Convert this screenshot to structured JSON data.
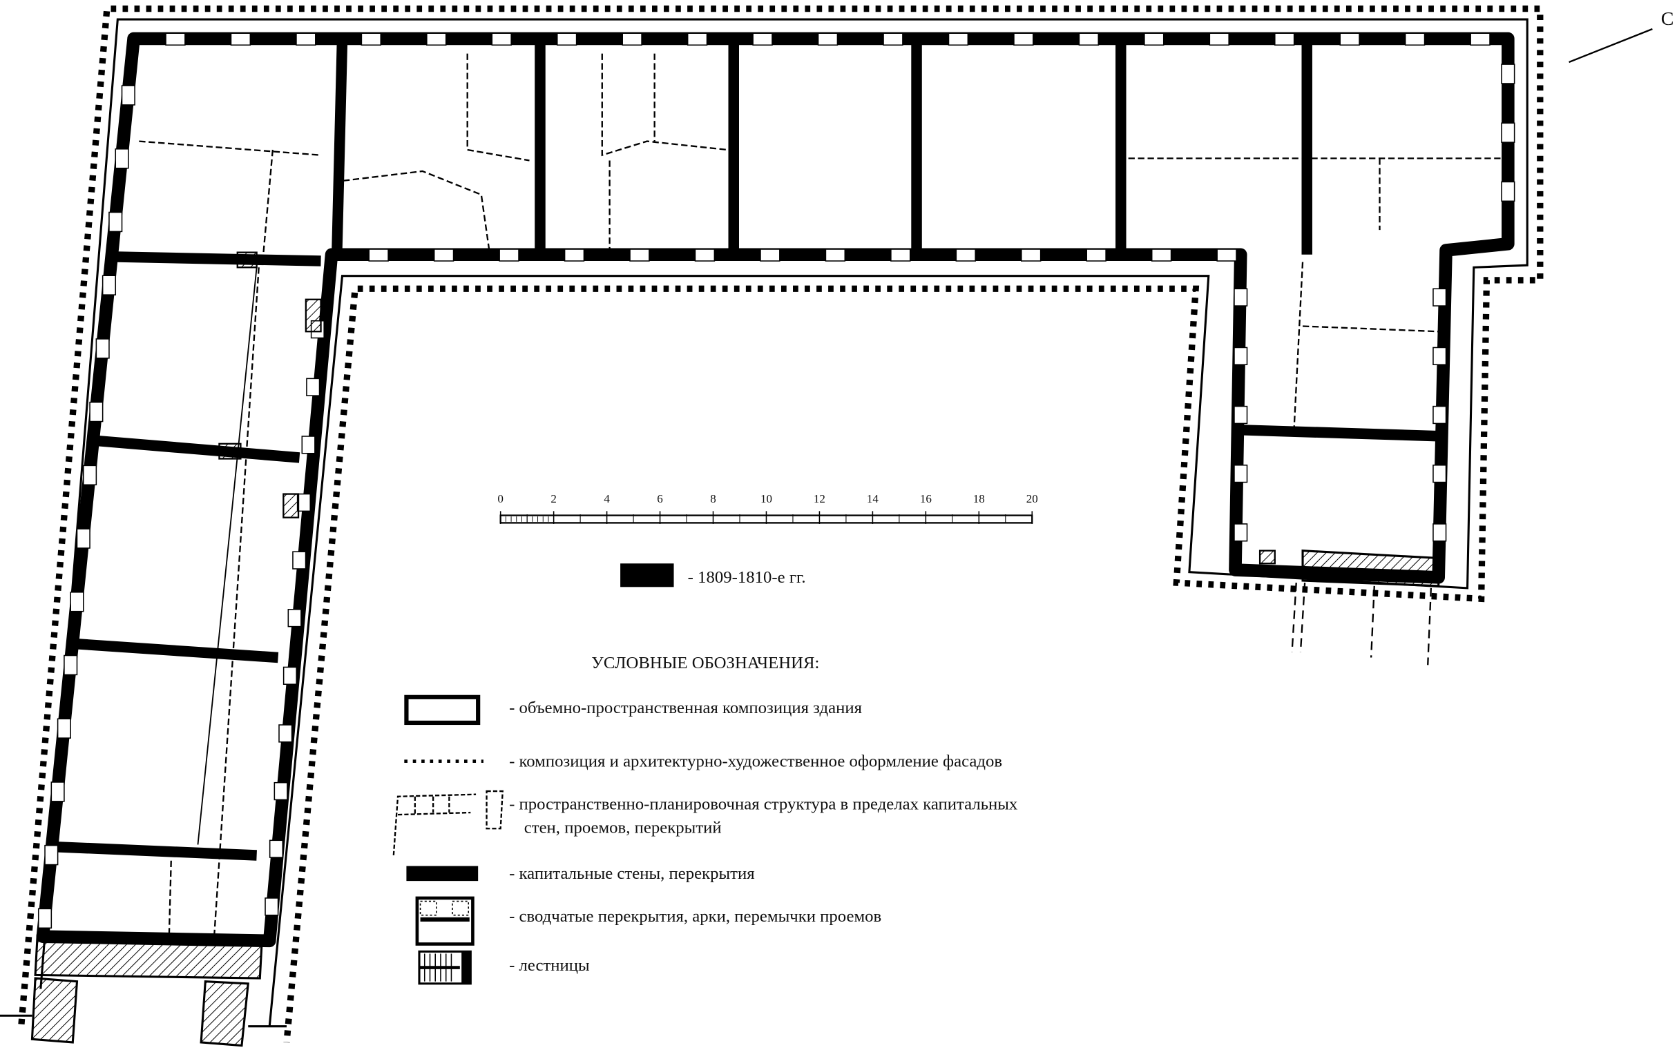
{
  "corner_label": "С",
  "scale_bar": {
    "labels": [
      "0",
      "2",
      "4",
      "6",
      "8",
      "10",
      "12",
      "14",
      "16",
      "18",
      "20"
    ]
  },
  "period_legend": {
    "label": "- 1809-1810-е гг.",
    "color": "#000000"
  },
  "legend": {
    "title": "УСЛОВНЫЕ ОБОЗНАЧЕНИЯ:",
    "items": [
      {
        "symbol": "outline-rect",
        "label": "- объемно-пространственная композиция здания"
      },
      {
        "symbol": "dotted-line",
        "label": "- композиция и архитектурно-художественное оформление фасадов"
      },
      {
        "symbol": "dashed-plan",
        "label": "- пространственно-планировочная структура  в пределах капитальных",
        "label2": "стен,  проемов,  перекрытий"
      },
      {
        "symbol": "solid-wall",
        "label": "- капитальные стены, перекрытия"
      },
      {
        "symbol": "vault",
        "label": "- сводчатые перекрытия, арки, перемычки проемов"
      },
      {
        "symbol": "stairs",
        "label": "- лестницы"
      }
    ]
  },
  "colors": {
    "ink": "#000000",
    "paper": "#ffffff"
  }
}
